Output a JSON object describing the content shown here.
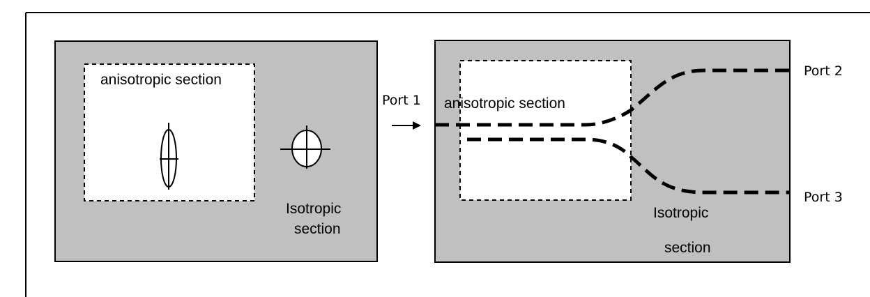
{
  "colors": {
    "background": "#ffffff",
    "section_fill": "#c0c0c0",
    "anisotropic_fill": "#ffffff",
    "stroke": "#000000"
  },
  "left_panel": {
    "anisotropic_label": "anisotropic section",
    "isotropic_label_line1": "Isotropic",
    "isotropic_label_line2": "section",
    "icons": [
      "ellipse-crosshair-icon",
      "circle-crosshair-icon"
    ]
  },
  "right_panel": {
    "anisotropic_label": "anisotropic section",
    "isotropic_label_line1": "Isotropic",
    "isotropic_label_line2": "section",
    "port1_label": "Port 1",
    "port2_label": "Port 2",
    "port3_label": "Port 3",
    "icons": [
      "arrow-right-icon"
    ]
  }
}
